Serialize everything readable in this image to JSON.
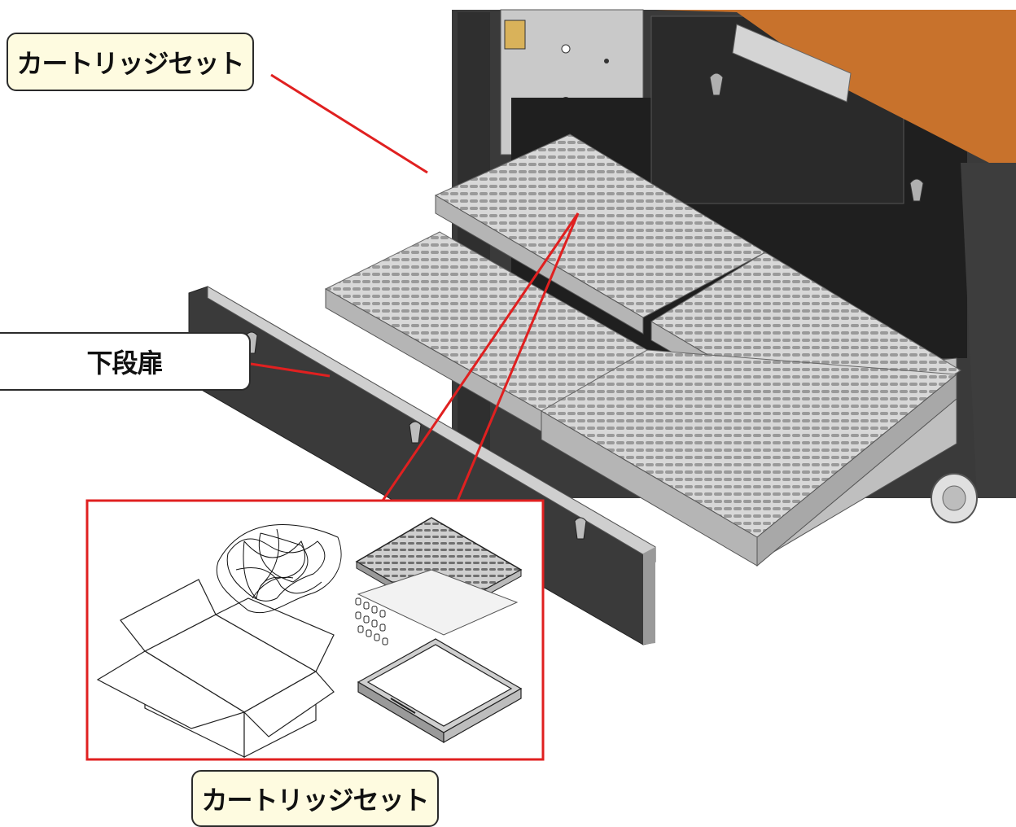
{
  "callouts": {
    "top_label": "カートリッジセット",
    "door_label": "下段扉",
    "bottom_label": "カートリッジセット"
  },
  "colors": {
    "label_bg_yellow": "#fefbe0",
    "label_bg_white": "#ffffff",
    "leader_line": "#e02020",
    "cabinet_dark": "#3a3a3a",
    "cabinet_top_orange": "#c8722c",
    "filter_gray": "#c8c8c8"
  }
}
